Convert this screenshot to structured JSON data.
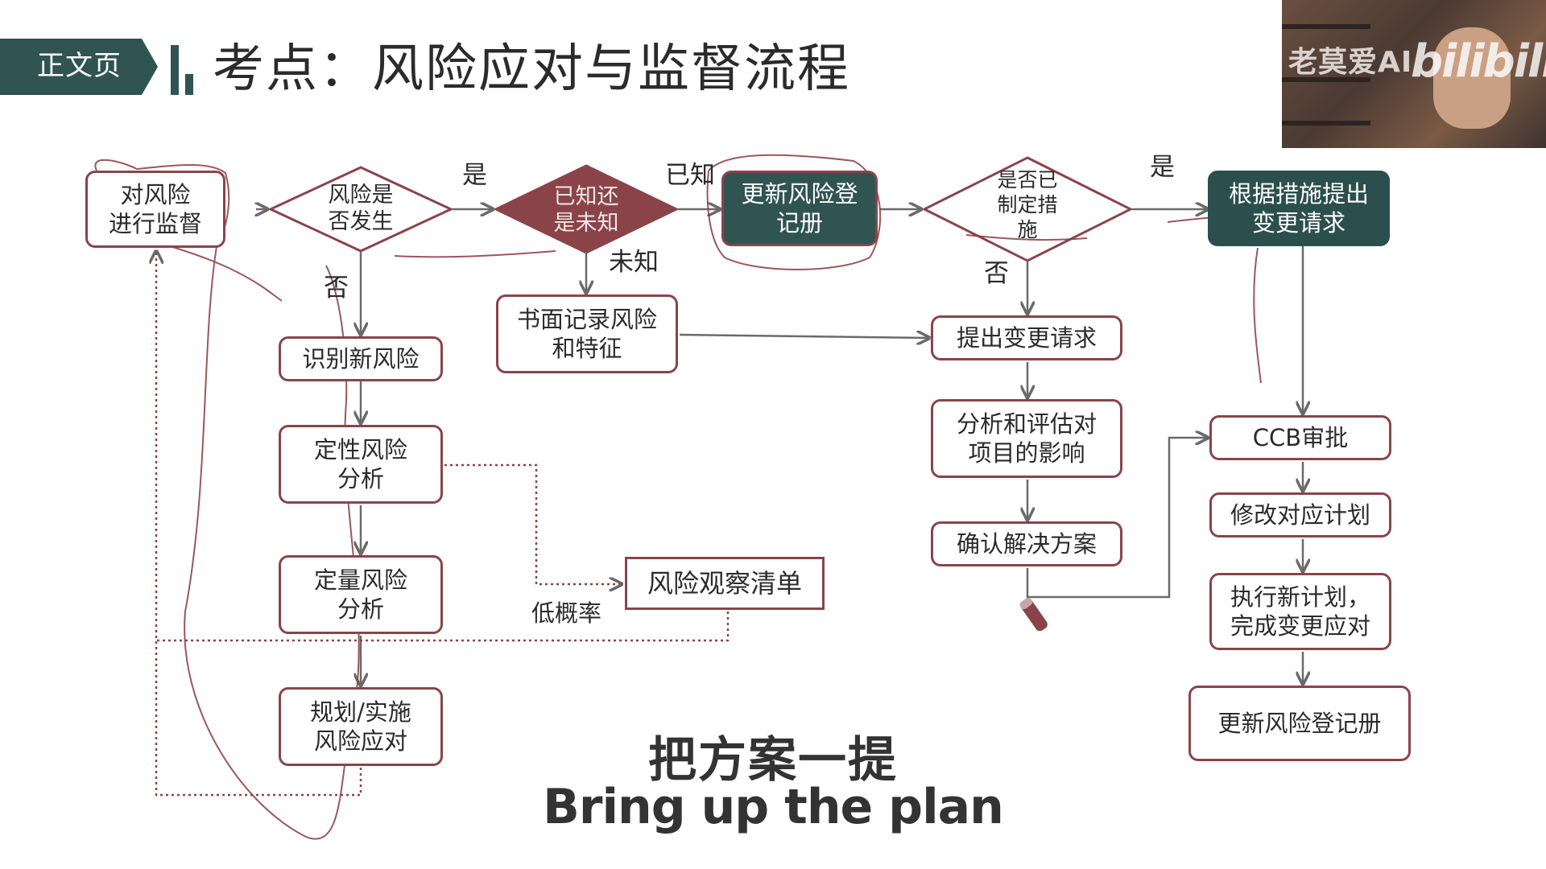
{
  "header": {
    "tag": "正文页",
    "title": "考点：风险应对与监督流程"
  },
  "webcam": {
    "channel_text": "老莫爱AI",
    "logo_text": "bilibili"
  },
  "nodes": {
    "monitor": "对风险\n进行监督",
    "occurred": "风险是\n否发生",
    "known": "已知还\n是未知",
    "update_register": "更新风险登\n记册",
    "measures_defined": "是否已\n制定措\n施",
    "change_by_measures": "根据措施提出\n变更请求",
    "identify_new": "识别新风险",
    "qualitative": "定性风险\n分析",
    "quantitative": "定量风险\n分析",
    "plan_response": "规划/实施\n风险应对",
    "record": "书面记录风险\n和特征",
    "watchlist": "风险观察清单",
    "change_request": "提出变更请求",
    "assess_impact": "分析和评估对\n项目的影响",
    "confirm_solution": "确认解决方案",
    "ccb": "CCB审批",
    "modify_plan": "修改对应计划",
    "execute_plan": "执行新计划，\n完成变更应对",
    "update_register_final": "更新风险登记册"
  },
  "labels": {
    "yes_1": "是",
    "known": "已知",
    "unknown": "未知",
    "no_1": "否",
    "no_2": "否",
    "yes_2": "是",
    "low_probability": "低概率"
  },
  "subtitles": {
    "zh": "把方案一提",
    "en": "Bring up the plan"
  },
  "colors": {
    "accent_teal": "#2f5452",
    "node_border": "#8a4449",
    "decision_fill": "#8a4449",
    "annotation_ink": "#8a3a40"
  }
}
